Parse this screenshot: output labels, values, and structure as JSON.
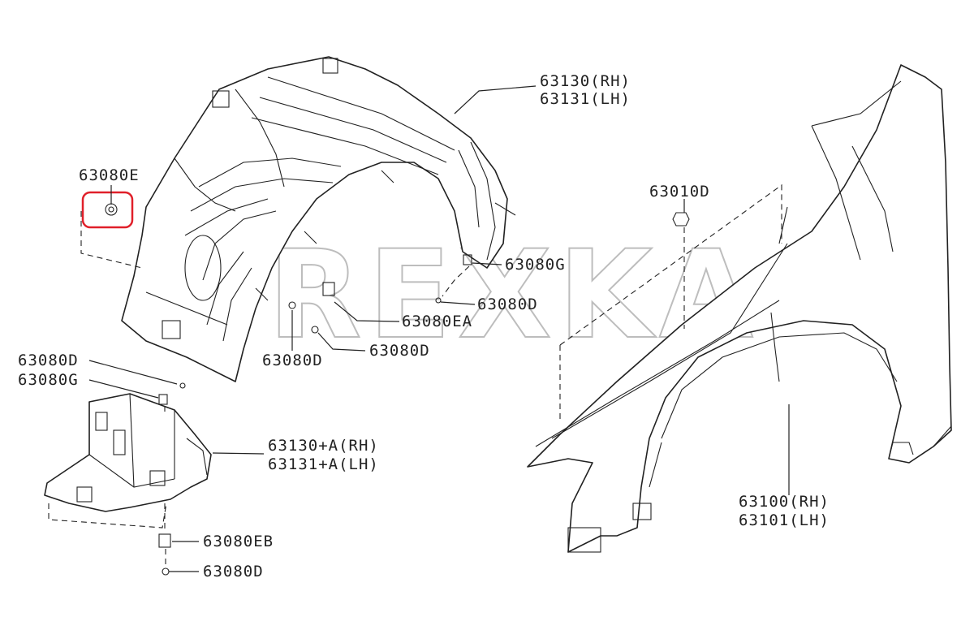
{
  "watermark": "REXKA",
  "highlight_color": "#e0202a",
  "labels": {
    "fender_protector_rh": "63130(RH)",
    "fender_protector_lh": "63131(LH)",
    "clip_e": "63080E",
    "nut_63010d": "63010D",
    "clip_g_upper": "63080G",
    "screw_d_upper": "63080D",
    "clip_ea": "63080EA",
    "screw_d_mid": "63080D",
    "screw_d_lower_center": "63080D",
    "screw_d_left": "63080D",
    "clip_g_left": "63080G",
    "protector_a_rh": "63130+A(RH)",
    "protector_a_lh": "63131+A(LH)",
    "clip_eb": "63080EB",
    "screw_d_bottom": "63080D",
    "fender_rh": "63100(RH)",
    "fender_lh": "63101(LH)"
  }
}
